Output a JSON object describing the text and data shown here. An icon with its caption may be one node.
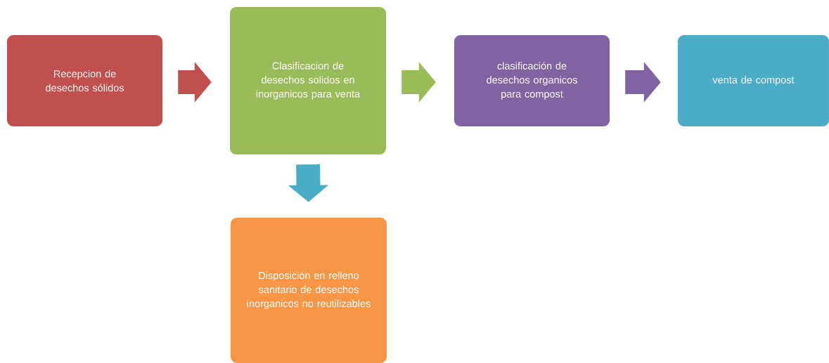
{
  "diagram": {
    "nodes": [
      {
        "text": [
          "Recepcion de desechos sólidos"
        ]
      },
      {
        "text": [
          "Clasificacion de desechos solidos en inorganicos para venta"
        ]
      },
      {
        "text": [
          "clasificación de desechos organicos para compost"
        ]
      },
      {
        "text": [
          "venta de compost"
        ]
      },
      {
        "text": [
          "Disposición en relleno sanitario de desechos inorganicos no reutilizables"
        ]
      }
    ],
    "edges": [
      {
        "from": 0,
        "to": 1,
        "arrow": "to",
        "color": "#c0504d"
      },
      {
        "from": 1,
        "to": 2,
        "arrow": "to",
        "color": "#9bbb59"
      },
      {
        "from": 2,
        "to": 3,
        "arrow": "to",
        "color": "#8064a2"
      },
      {
        "from": 1,
        "to": 4,
        "arrow": "to",
        "color": "#4bacc6"
      }
    ]
  }
}
